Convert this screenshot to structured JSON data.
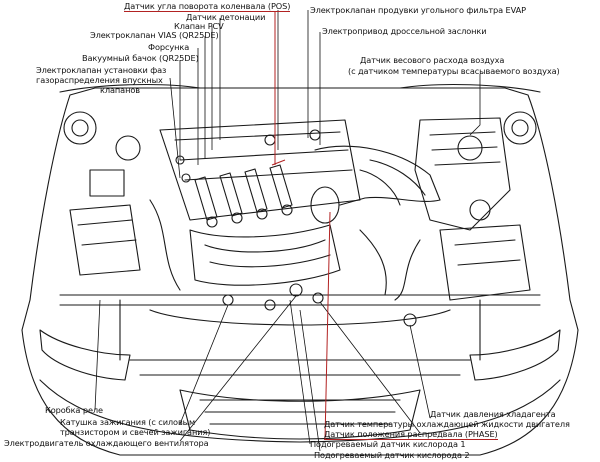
{
  "colors": {
    "ink": "#1a1a1a",
    "leader": "#111111",
    "highlight": "#b22222"
  },
  "labels": {
    "crank_pos_sensor": "Датчик угла поворота коленвала (POS)",
    "evap_valve": "Электроклапан продувки угольного фильтра EVAP",
    "knock_sensor": "Датчик детонации",
    "pcv_valve": "Клапан PCV",
    "vias_valve": "Электроклапан VIAS (QR25DE)",
    "throttle_actuator": "Электропривод дроссельной заслонки",
    "injector": "Форсунка",
    "maf_sensor": "Датчик весового расхода воздуха",
    "maf_sensor_note": "(с датчиком температуры всасываемого воздуха)",
    "vacuum_tank": "Вакуумный бачок (QR25DE)",
    "ivt_valve_1": "Электроклапан установки фаз",
    "ivt_valve_2": "газораспределения впускных",
    "ivt_valve_3": "клапанов",
    "relay_box": "Коробка реле",
    "ignition_coil_1": "Катушка зажигания (с силовым",
    "ignition_coil_2": "транзистором и свечей зажигания)",
    "fan_resistor": "Электродвигатель охлаждающего вентилятора",
    "refrigerant_pressure": "Датчик давления хладагента",
    "coolant_temp": "Датчик температуры охлаждающей жидкости двигателя",
    "cam_pos_sensor": "Датчик положения распредвала (PHASE)",
    "heated_o2_1": "Подогреваемый датчик кислорода 1",
    "heated_o2_2": "Подогреваемый датчик кислорода 2"
  }
}
